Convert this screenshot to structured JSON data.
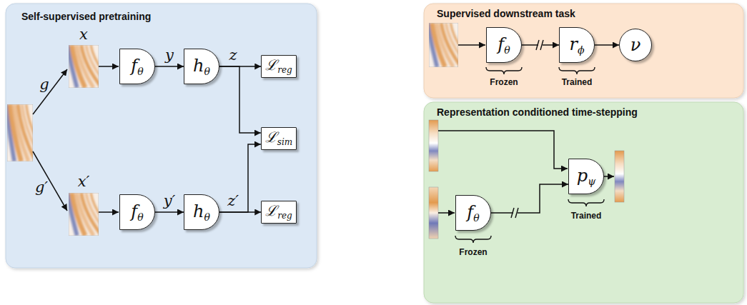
{
  "diagram": {
    "nodes": [
      {
        "text": [
          "Self-supervised pretraining"
        ]
      },
      {
        "text": [
          "fθ"
        ],
        "in": 0
      },
      {
        "text": [
          "hθ"
        ],
        "in": 0
      },
      {
        "text": [
          "ℒreg"
        ],
        "in": 0
      },
      {
        "text": [
          "ℒsim"
        ],
        "in": 0
      },
      {
        "text": [
          "fθ"
        ],
        "in": 0
      },
      {
        "text": [
          "hθ"
        ],
        "in": 0
      },
      {
        "text": [
          "ℒreg"
        ],
        "in": 0
      },
      {
        "text": [
          "Supervised downstream task"
        ]
      },
      {
        "text": [
          "fθ"
        ],
        "in": 8
      },
      {
        "text": [
          "rϕ"
        ],
        "in": 8
      },
      {
        "text": [
          "ν"
        ],
        "in": 8
      },
      {
        "text": [
          "Representation conditioned time-stepping"
        ]
      },
      {
        "text": [
          "pψ"
        ],
        "in": 12
      },
      {
        "text": [
          "fθ"
        ],
        "in": 12
      }
    ],
    "edges": [
      {
        "from": 1,
        "to": 2,
        "arrow": "to",
        "label": "y"
      },
      {
        "from": 2,
        "to": 3,
        "arrow": "to",
        "label": "z"
      },
      {
        "from": 2,
        "to": 4,
        "arrow": "to"
      },
      {
        "from": 5,
        "to": 6,
        "arrow": "to",
        "label": "y′"
      },
      {
        "from": 6,
        "to": 7,
        "arrow": "to",
        "label": "z′"
      },
      {
        "from": 6,
        "to": 4,
        "arrow": "to"
      },
      {
        "from": 9,
        "to": 10,
        "arrow": "to"
      },
      {
        "from": 10,
        "to": 11,
        "arrow": "to"
      },
      {
        "from": 14,
        "to": 13,
        "arrow": "to"
      }
    ],
    "labels": [
      "g",
      "g′",
      "x",
      "x′",
      "Frozen",
      "Trained",
      "Trained",
      "Frozen"
    ]
  }
}
